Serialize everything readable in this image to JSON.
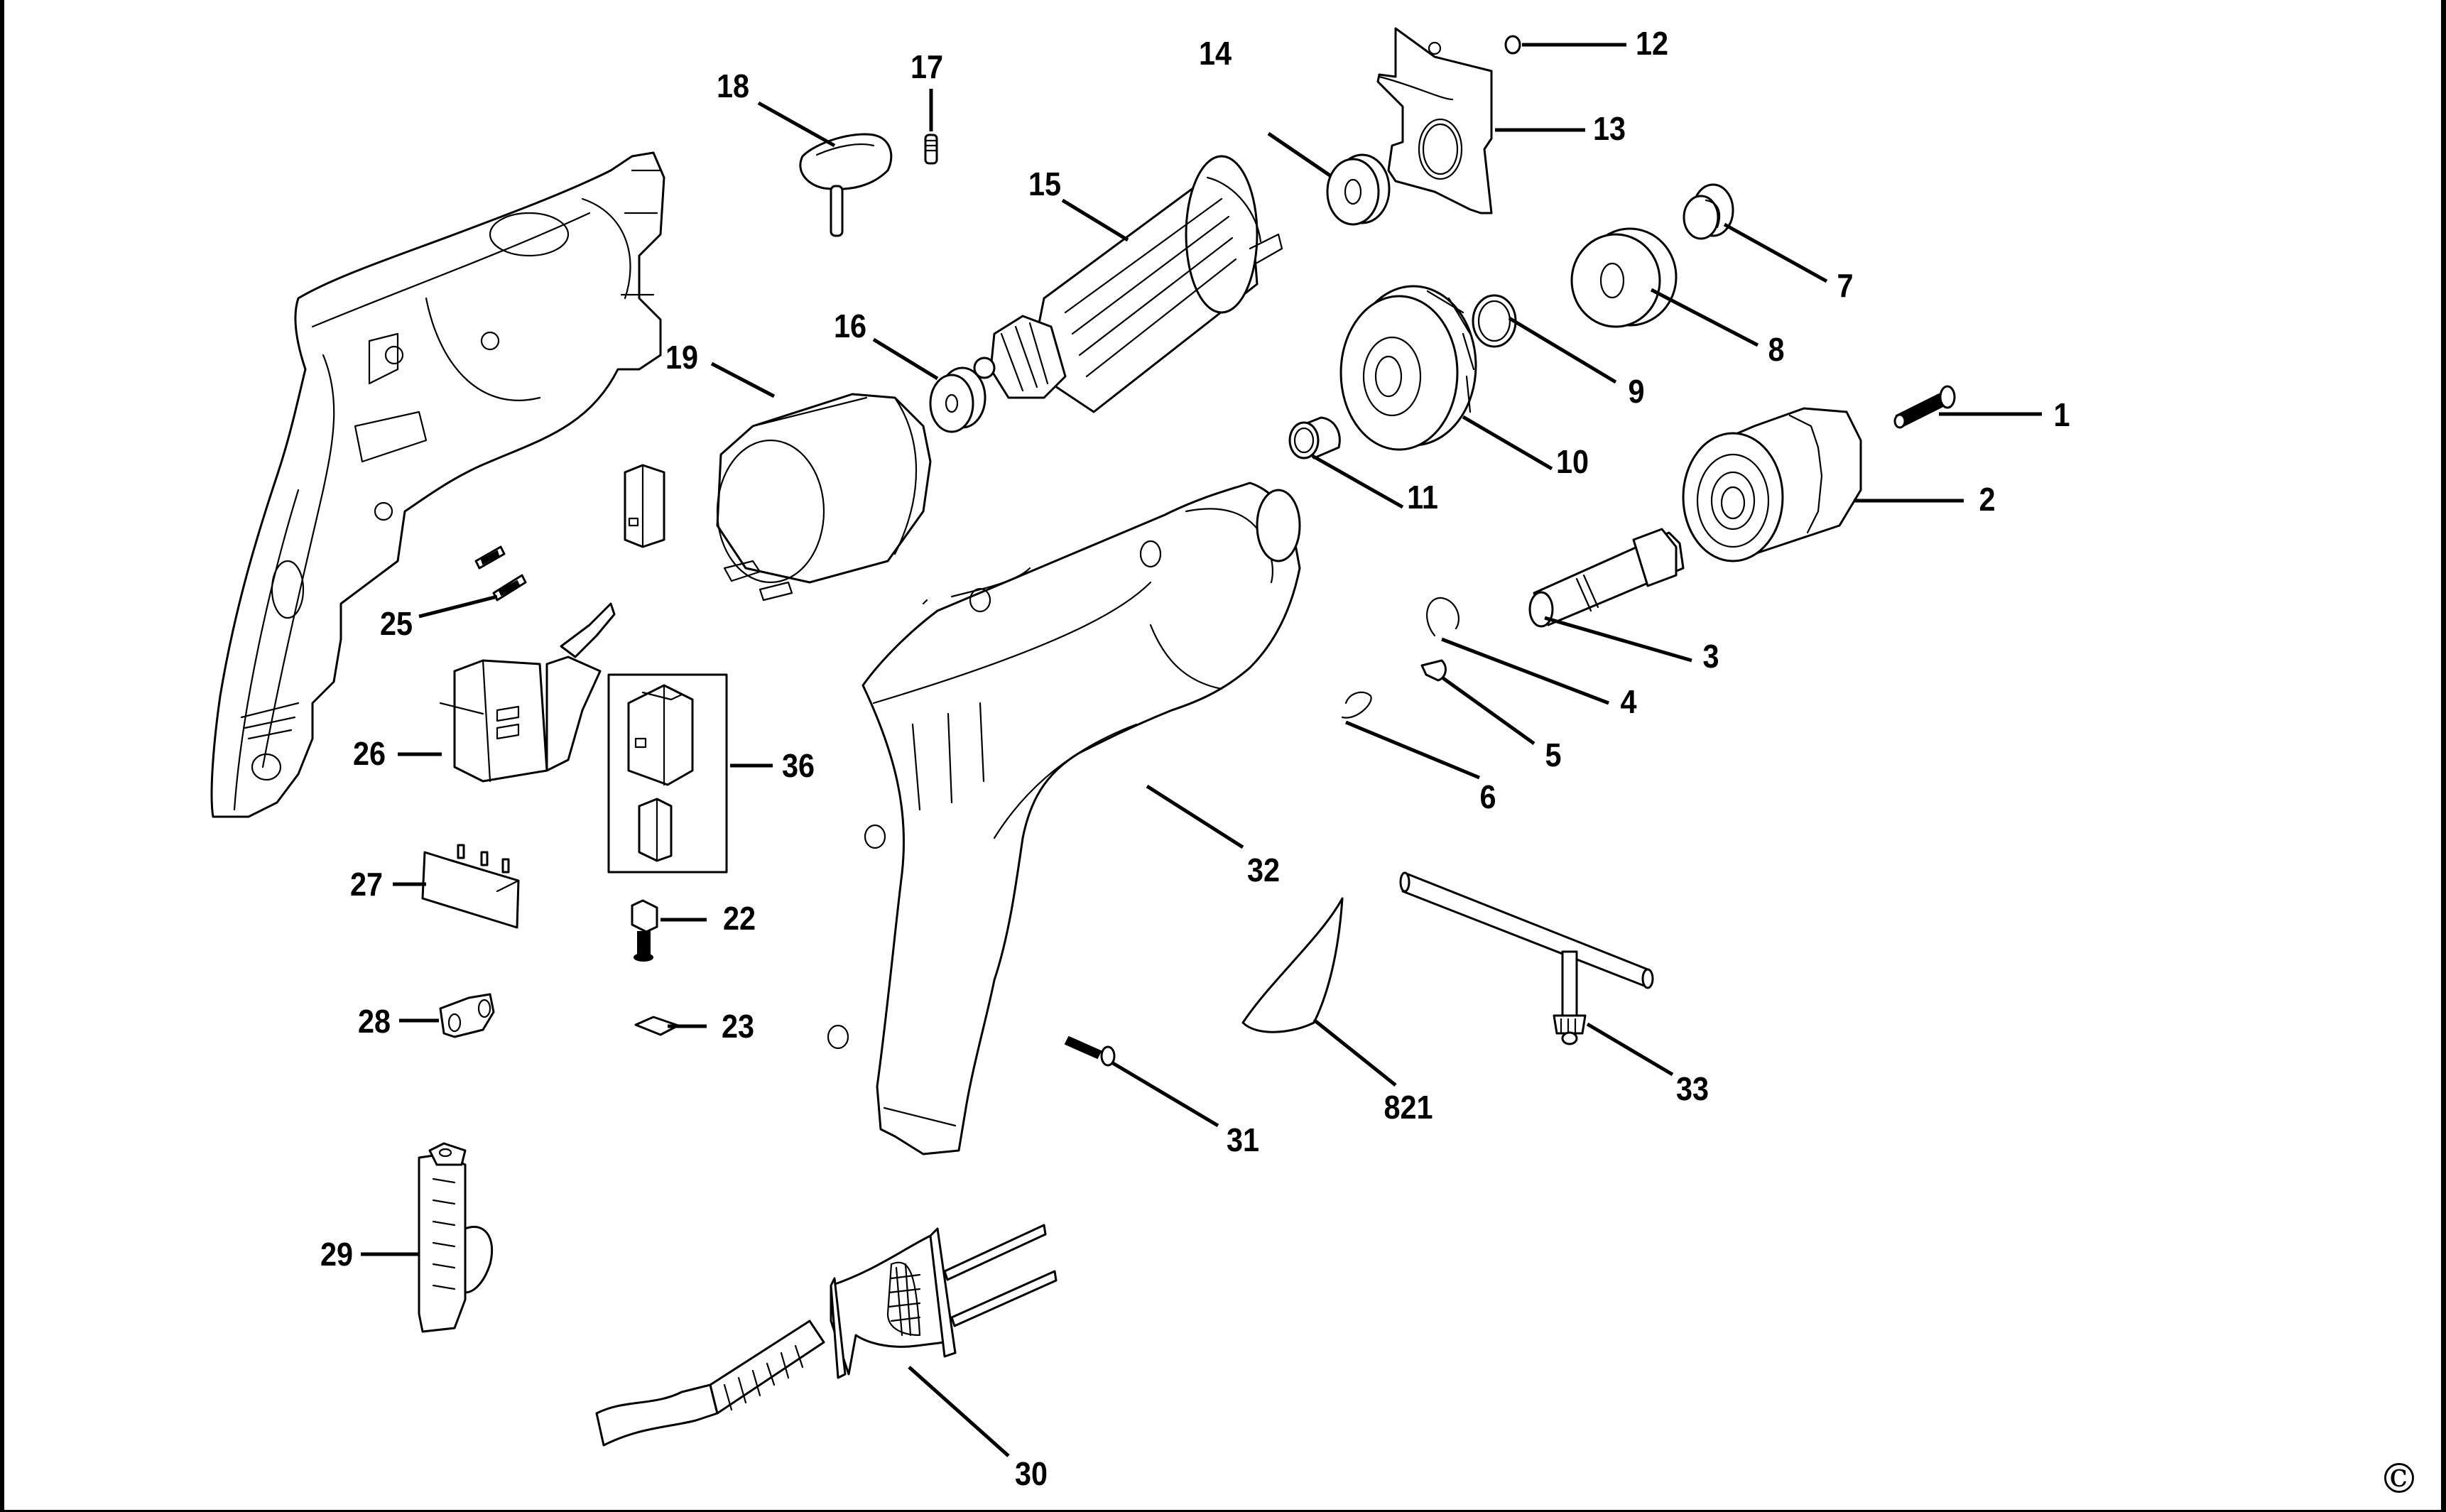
{
  "diagram": {
    "title": "Drill exploded parts diagram",
    "type": "exploded-parts-view",
    "parts": [
      {
        "id": "1",
        "label": "1",
        "name": "screw"
      },
      {
        "id": "2",
        "label": "2",
        "name": "keyed chuck"
      },
      {
        "id": "3",
        "label": "3",
        "name": "spindle"
      },
      {
        "id": "4",
        "label": "4",
        "name": "retaining ring"
      },
      {
        "id": "5",
        "label": "5",
        "name": "woodruff key"
      },
      {
        "id": "6",
        "label": "6",
        "name": "retaining ring"
      },
      {
        "id": "7",
        "label": "7",
        "name": "spring"
      },
      {
        "id": "8",
        "label": "8",
        "name": "bearing"
      },
      {
        "id": "9",
        "label": "9",
        "name": "washer"
      },
      {
        "id": "10",
        "label": "10",
        "name": "gear"
      },
      {
        "id": "11",
        "label": "11",
        "name": "bearing"
      },
      {
        "id": "12",
        "label": "12",
        "name": "ball"
      },
      {
        "id": "13",
        "label": "13",
        "name": "bearing plate"
      },
      {
        "id": "14",
        "label": "14",
        "name": "bearing"
      },
      {
        "id": "15",
        "label": "15",
        "name": "armature"
      },
      {
        "id": "16",
        "label": "16",
        "name": "bearing"
      },
      {
        "id": "17",
        "label": "17",
        "name": "spring"
      },
      {
        "id": "18",
        "label": "18",
        "name": "selector knob"
      },
      {
        "id": "19",
        "label": "19",
        "name": "field"
      },
      {
        "id": "22",
        "label": "22",
        "name": "carbon brush"
      },
      {
        "id": "23",
        "label": "23",
        "name": "brush plate"
      },
      {
        "id": "25",
        "label": "25",
        "name": "brush springs"
      },
      {
        "id": "26",
        "label": "26",
        "name": "switch"
      },
      {
        "id": "27",
        "label": "27",
        "name": "capacitor"
      },
      {
        "id": "28",
        "label": "28",
        "name": "cord clamp"
      },
      {
        "id": "29",
        "label": "29",
        "name": "cord protector"
      },
      {
        "id": "30",
        "label": "30",
        "name": "cord set"
      },
      {
        "id": "31",
        "label": "31",
        "name": "screw"
      },
      {
        "id": "32",
        "label": "32",
        "name": "housing set"
      },
      {
        "id": "33",
        "label": "33",
        "name": "chuck key"
      },
      {
        "id": "36",
        "label": "36",
        "name": "brush holder kit"
      },
      {
        "id": "821",
        "label": "821",
        "name": "label"
      }
    ],
    "copyright_symbol": "©"
  }
}
